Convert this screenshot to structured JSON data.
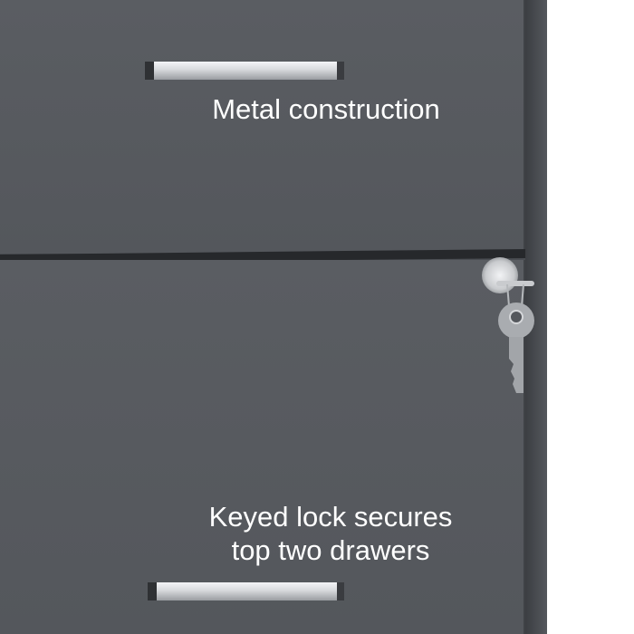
{
  "captions": {
    "top": "Metal construction",
    "bottom_line1": "Keyed lock secures",
    "bottom_line2": "top two drawers"
  },
  "colors": {
    "cabinet": "#55585d",
    "background": "#ffffff",
    "text": "#ffffff"
  }
}
